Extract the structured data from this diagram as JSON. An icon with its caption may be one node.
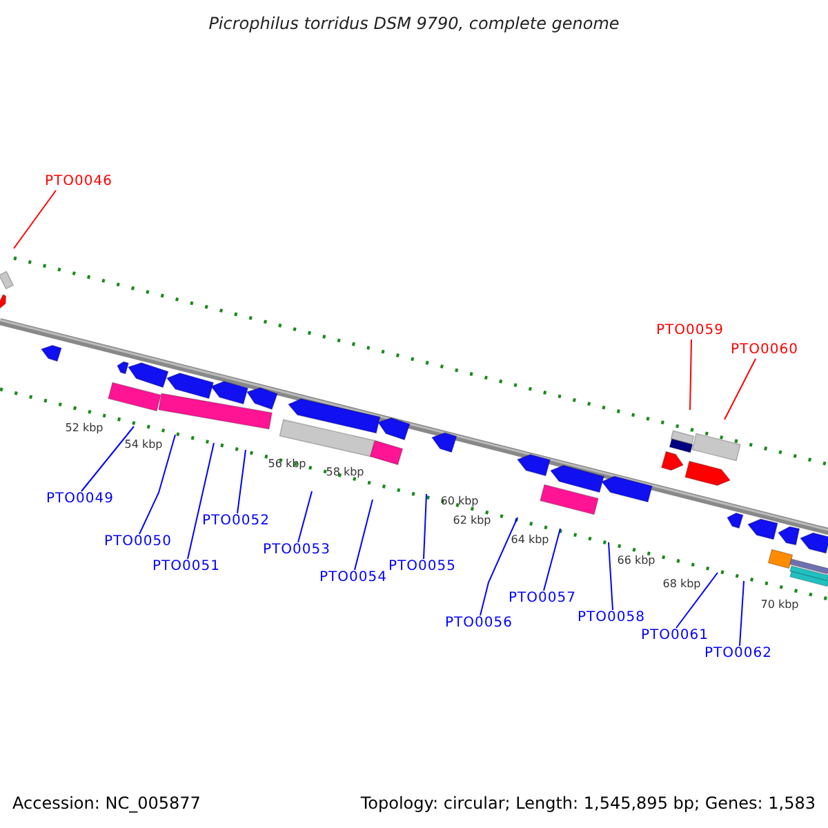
{
  "diagram": {
    "title": "Picrophilus torridus DSM 9790, complete genome",
    "nodes": [
      {
        "text": [
          "PTO0046"
        ]
      },
      {
        "text": [
          "PTO0049"
        ]
      },
      {
        "text": [
          "PTO0050"
        ]
      },
      {
        "text": [
          "PTO0051"
        ]
      },
      {
        "text": [
          "PTO0052"
        ]
      },
      {
        "text": [
          "PTO0053"
        ]
      },
      {
        "text": [
          "PTO0054"
        ]
      },
      {
        "text": [
          "PTO0055"
        ]
      },
      {
        "text": [
          "PTO0056"
        ]
      },
      {
        "text": [
          "PTO0057"
        ]
      },
      {
        "text": [
          "PTO0058"
        ]
      },
      {
        "text": [
          "PTO0059"
        ]
      },
      {
        "text": [
          "PTO0060"
        ]
      },
      {
        "text": [
          "PTO0061"
        ]
      },
      {
        "text": [
          "PTO0062"
        ]
      }
    ],
    "edges": [
      {
        "from": 0,
        "to": null,
        "arrow": "none",
        "color": "#ff0000"
      },
      {
        "from": 1,
        "to": null,
        "arrow": "none"
      },
      {
        "from": 2,
        "to": null,
        "arrow": "none"
      },
      {
        "from": 3,
        "to": null,
        "arrow": "none"
      },
      {
        "from": 4,
        "to": null,
        "arrow": "none"
      },
      {
        "from": 5,
        "to": null,
        "arrow": "none"
      },
      {
        "from": 6,
        "to": null,
        "arrow": "none"
      },
      {
        "from": 7,
        "to": null,
        "arrow": "none"
      },
      {
        "from": 8,
        "to": null,
        "arrow": "none"
      },
      {
        "from": 9,
        "to": null,
        "arrow": "none"
      },
      {
        "from": 10,
        "to": null,
        "arrow": "none"
      },
      {
        "from": 11,
        "to": null,
        "arrow": "none",
        "color": "#ff0000"
      },
      {
        "from": 12,
        "to": null,
        "arrow": "none",
        "color": "#ff0000"
      },
      {
        "from": 13,
        "to": null,
        "arrow": "none"
      },
      {
        "from": 14,
        "to": null,
        "arrow": "none"
      }
    ],
    "labels": [
      "52 kbp",
      "54 kbp",
      "56 kbp",
      "58 kbp",
      "60 kbp",
      "62 kbp",
      "64 kbp",
      "66 kbp",
      "68 kbp",
      "70 kbp",
      "Accession: NC_005877",
      "Topology: circular; Length: 1,545,895 bp; Genes: 1,583"
    ]
  }
}
